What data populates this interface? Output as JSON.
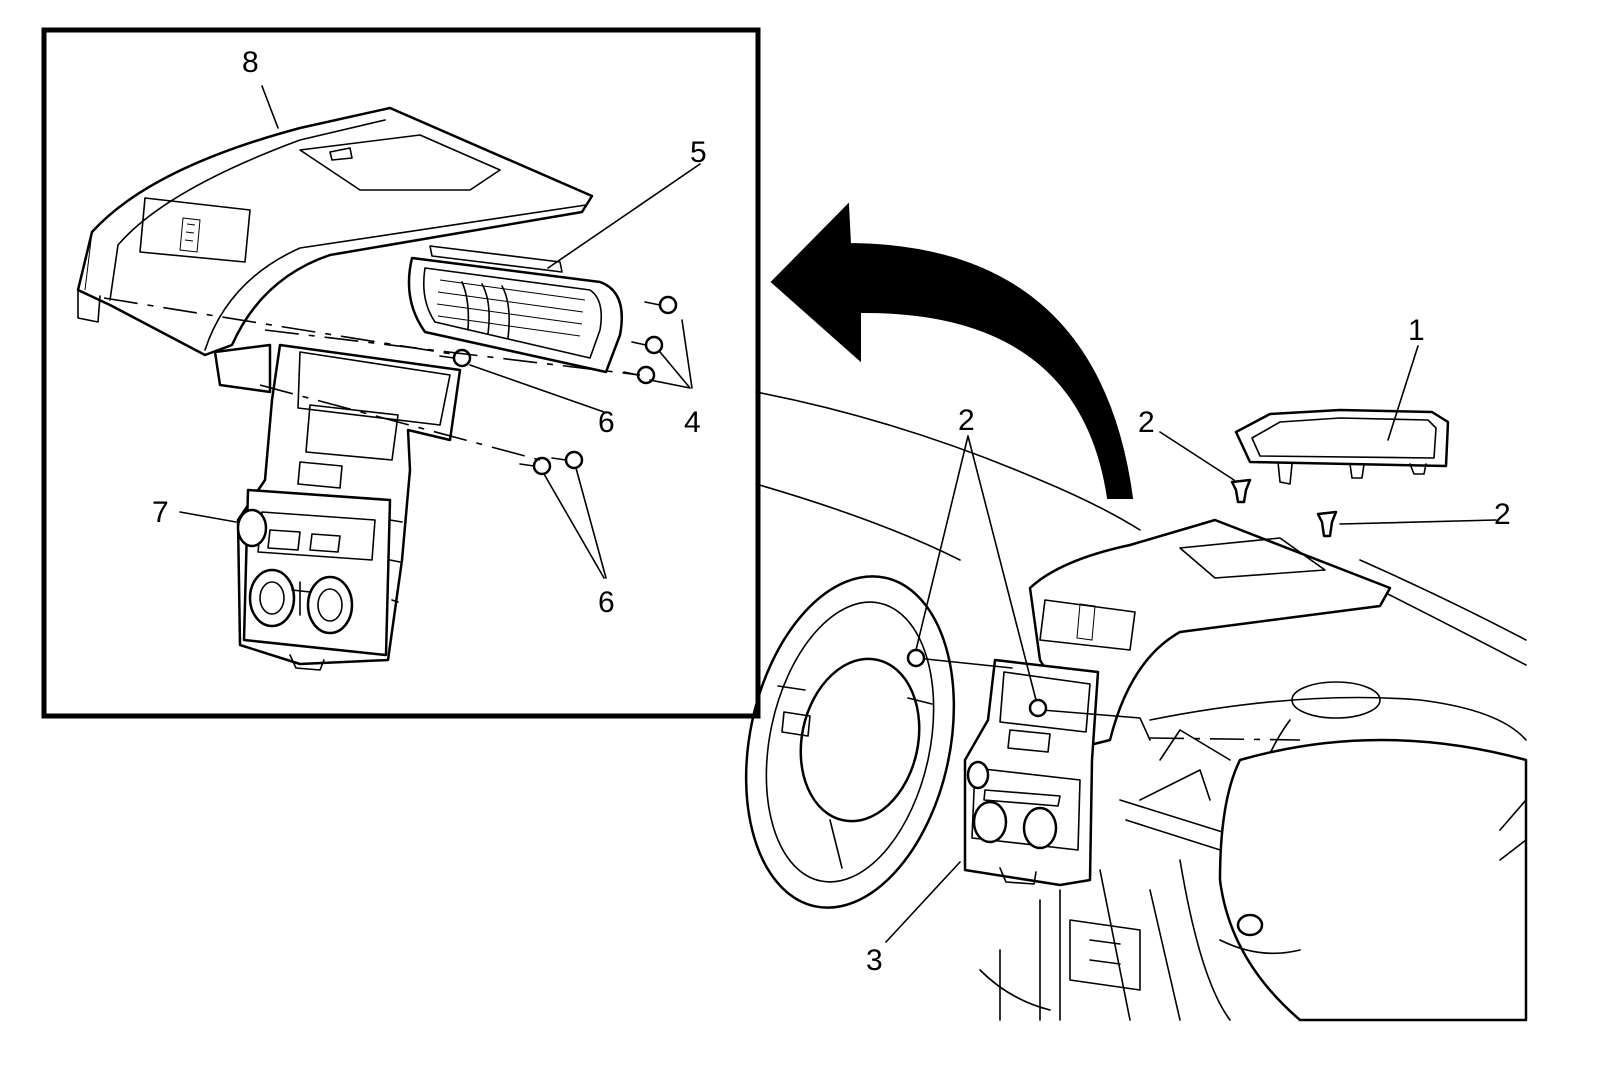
{
  "callouts": {
    "c1": "1",
    "c2a": "2",
    "c2b": "2",
    "c2c": "2",
    "c3": "3",
    "c4": "4",
    "c5": "5",
    "c6a": "6",
    "c6b": "6",
    "c7": "7",
    "c8": "8"
  },
  "colors": {
    "line": "#000000",
    "background": "#ffffff"
  }
}
